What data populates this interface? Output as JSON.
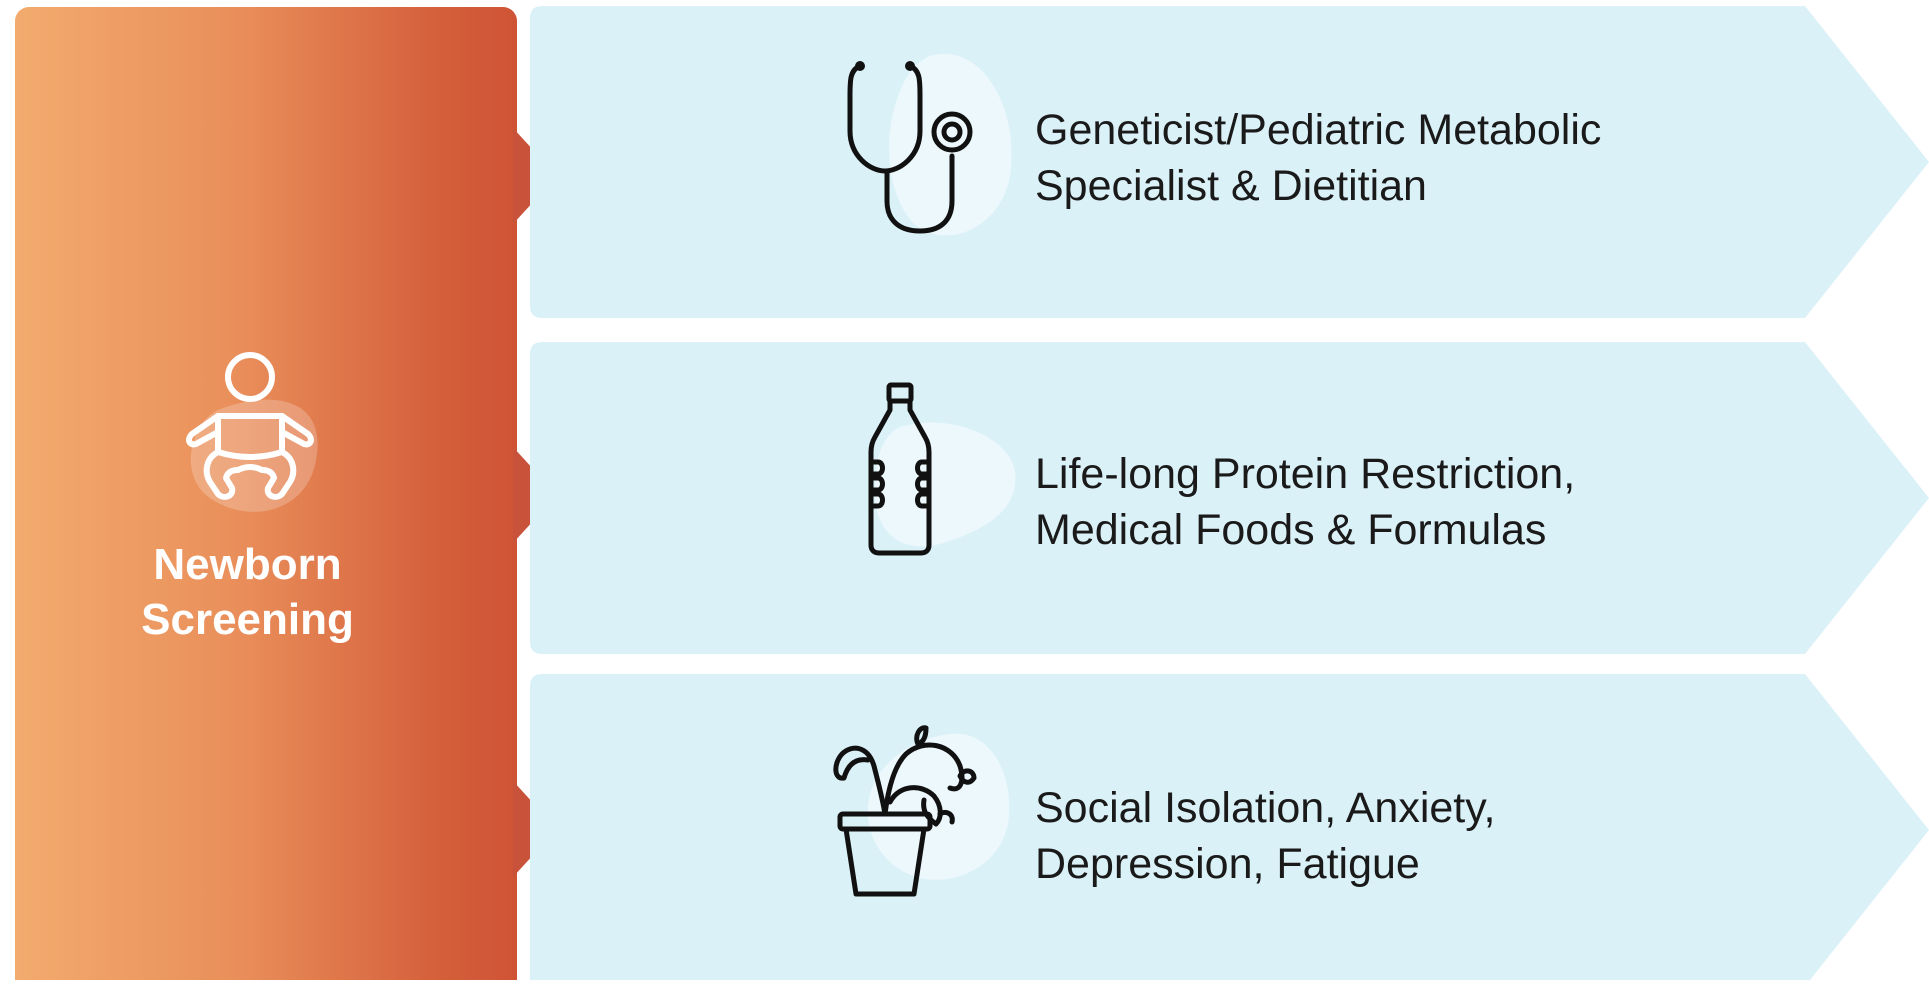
{
  "colors": {
    "panel_gradient": [
      "#f3ab6e",
      "#cf5436"
    ],
    "row_fill": "#dbf1f8",
    "text": "#1a1a1a"
  },
  "left": {
    "icon": "baby-icon",
    "title_line1": "Newborn",
    "title_line2": "Screening"
  },
  "rows": [
    {
      "icon": "stethoscope-icon",
      "line1": "Geneticist/Pediatric Metabolic",
      "line2": "Specialist & Dietitian"
    },
    {
      "icon": "bottle-icon",
      "line1": "Life-long Protein Restriction,",
      "line2": "Medical Foods & Formulas"
    },
    {
      "icon": "plant-icon",
      "line1": "Social Isolation, Anxiety,",
      "line2": "Depression, Fatigue"
    }
  ]
}
